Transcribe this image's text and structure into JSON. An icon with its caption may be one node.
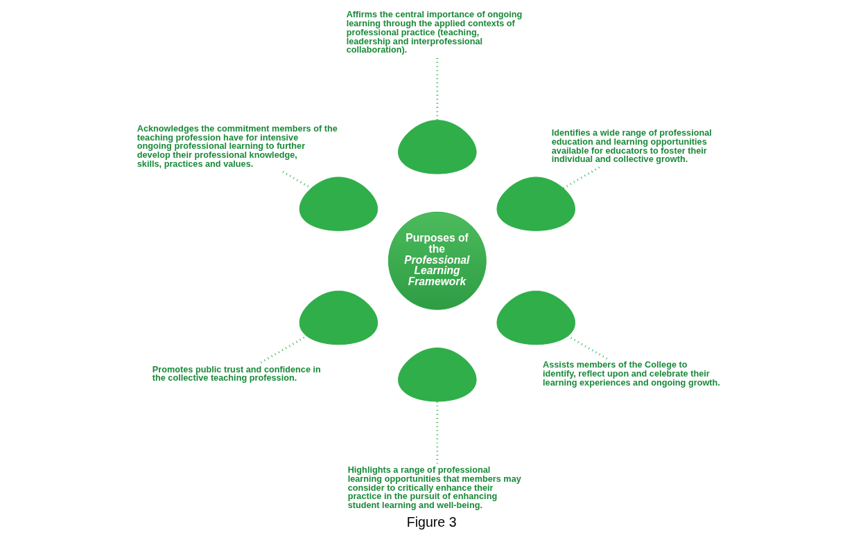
{
  "diagram": {
    "caption": "Figure 3",
    "nodes": [
      {
        "text": [
          "Purposes of the *Professional Learning Framework*"
        ]
      },
      {
        "text": [],
        "shape": "petal"
      },
      {
        "text": [],
        "shape": "petal"
      },
      {
        "text": [],
        "shape": "petal"
      },
      {
        "text": [],
        "shape": "petal"
      },
      {
        "text": [],
        "shape": "petal"
      },
      {
        "text": [],
        "shape": "petal"
      },
      {
        "text": [
          "Identifies a wide range of professional education and learning opportunities available for educators to foster their individual and collective growth."
        ]
      },
      {
        "text": [
          "Affirms the central importance of ongoing learning through the applied contexts of professional practice (teaching, leadership and interprofessional collaboration)."
        ]
      },
      {
        "text": [
          "Acknowledges the commitment members of the teaching profession have for intensive ongoing professional learning to further develop their professional knowledge, skills, practices and values."
        ]
      },
      {
        "text": [
          "Promotes public trust and confidence in the collective teaching profession."
        ]
      },
      {
        "text": [
          "Highlights a range of professional learning opportunities that members may consider to critically enhance their practice in the pursuit of enhancing student learning and well-being."
        ]
      },
      {
        "text": [
          "Assists members of the College to identify, reflect upon and celebrate their learning experiences and ongoing growth."
        ]
      }
    ],
    "edges": [
      {
        "from": 7,
        "to": 1,
        "arrow": "none",
        "style": "dashed"
      },
      {
        "from": 8,
        "to": 2,
        "arrow": "none",
        "style": "dashed"
      },
      {
        "from": 9,
        "to": 3,
        "arrow": "none",
        "style": "dashed"
      },
      {
        "from": 10,
        "to": 4,
        "arrow": "none",
        "style": "dashed"
      },
      {
        "from": 11,
        "to": 5,
        "arrow": "none",
        "style": "dashed"
      },
      {
        "from": 12,
        "to": 6,
        "arrow": "none",
        "style": "dashed"
      }
    ]
  }
}
